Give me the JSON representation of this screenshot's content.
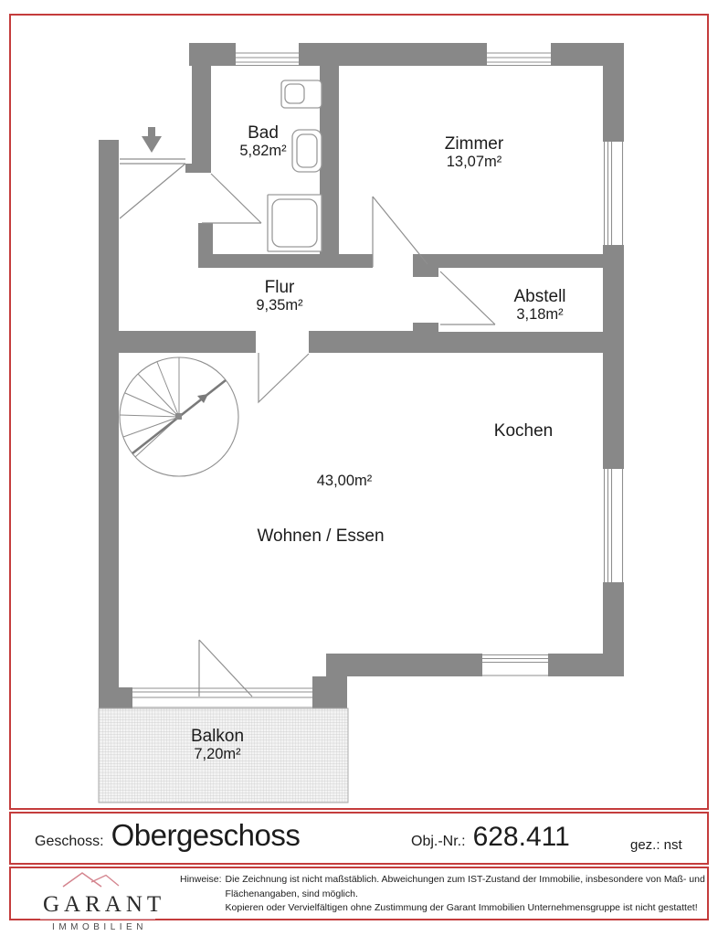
{
  "page": {
    "border_color": "#c43c3c",
    "background": "#ffffff"
  },
  "floorplan": {
    "wall_color": "#888888",
    "line_color": "#8f8f8f",
    "rooms": [
      {
        "name": "Bad",
        "area": "5,82m²"
      },
      {
        "name": "Zimmer",
        "area": "13,07m²"
      },
      {
        "name": "Flur",
        "area": "9,35m²"
      },
      {
        "name": "Abstell",
        "area": "3,18m²"
      },
      {
        "name": "Kochen"
      },
      {
        "name": "Wohnen / Essen",
        "area": "43,00m²"
      },
      {
        "name": "Balkon",
        "area": "7,20m²"
      }
    ]
  },
  "title_bar": {
    "geschoss_label": "Geschoss:",
    "geschoss_value": "Obergeschoss",
    "obj_label": "Obj.-Nr.:",
    "obj_value": "628.411",
    "gez_value": "gez.: nst"
  },
  "footer": {
    "logo_name": "GARANT",
    "logo_subtitle": "IMMOBILIEN",
    "logo_accent": "#d4848e",
    "hinweis_label": "Hinweise:",
    "hinweis_lines": [
      "Die Zeichnung ist nicht maßstäblich. Abweichungen zum IST-Zustand der Immobilie, insbesondere von Maß- und",
      "Flächenangaben, sind möglich.",
      "Kopieren oder Vervielfältigen ohne Zustimmung der Garant Immobilien Unternehmensgruppe ist nicht gestattet!"
    ]
  }
}
